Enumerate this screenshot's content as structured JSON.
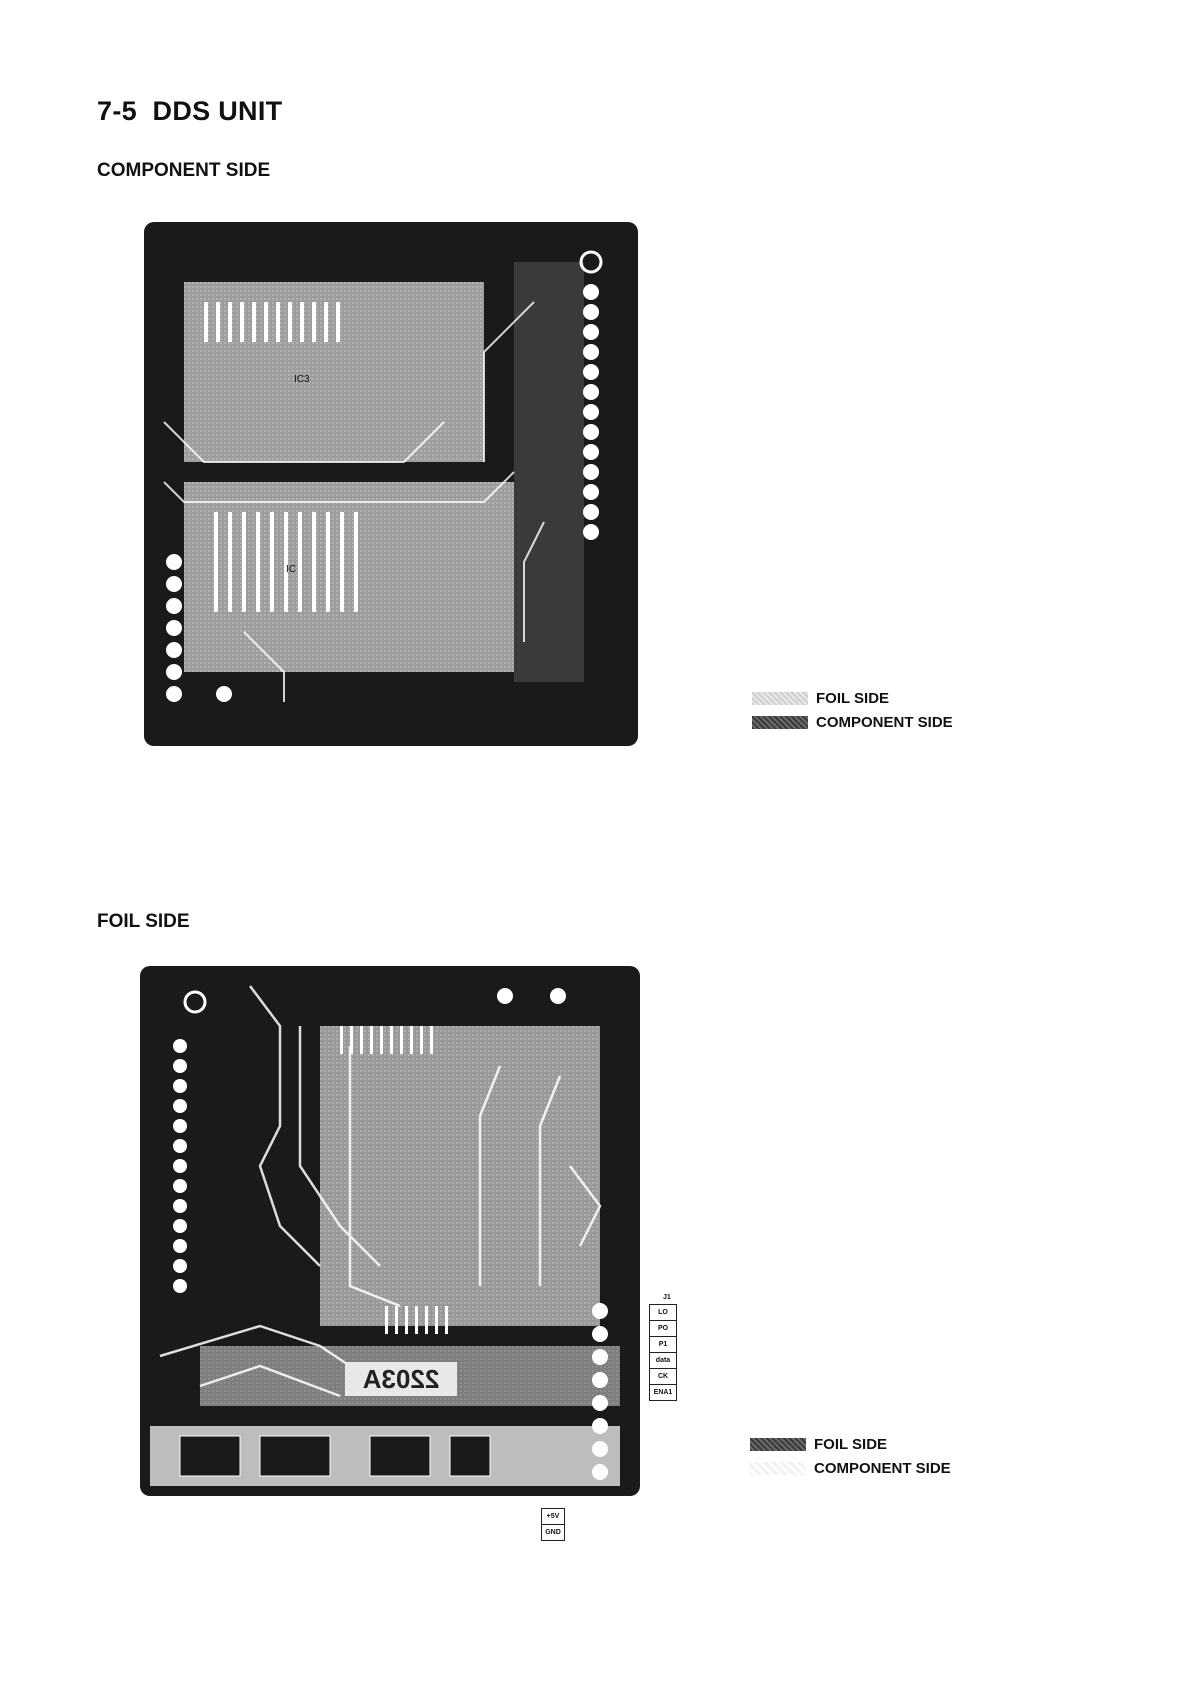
{
  "heading": {
    "section": "7-5",
    "title": "DDS UNIT"
  },
  "component_side": {
    "title": "COMPONENT SIDE",
    "board_labels": {
      "ic_upper": "IC3",
      "ic_lower": "IC"
    },
    "legend": {
      "foil": "FOIL SIDE",
      "component": "COMPONENT SIDE"
    }
  },
  "foil_side": {
    "title": "FOIL SIDE",
    "board_number": "2203A",
    "connector_j1": {
      "title": "J1",
      "pins": [
        "LO",
        "PO",
        "P1",
        "data",
        "CK",
        "ENA1"
      ]
    },
    "connector_power": {
      "pins": [
        "+5V",
        "GND"
      ]
    },
    "legend": {
      "foil": "FOIL SIDE",
      "component": "COMPONENT SIDE"
    }
  },
  "colors": {
    "board_dark": "#1c1c1c",
    "trace_light": "#d9d9d9",
    "pad_white": "#ffffff"
  }
}
